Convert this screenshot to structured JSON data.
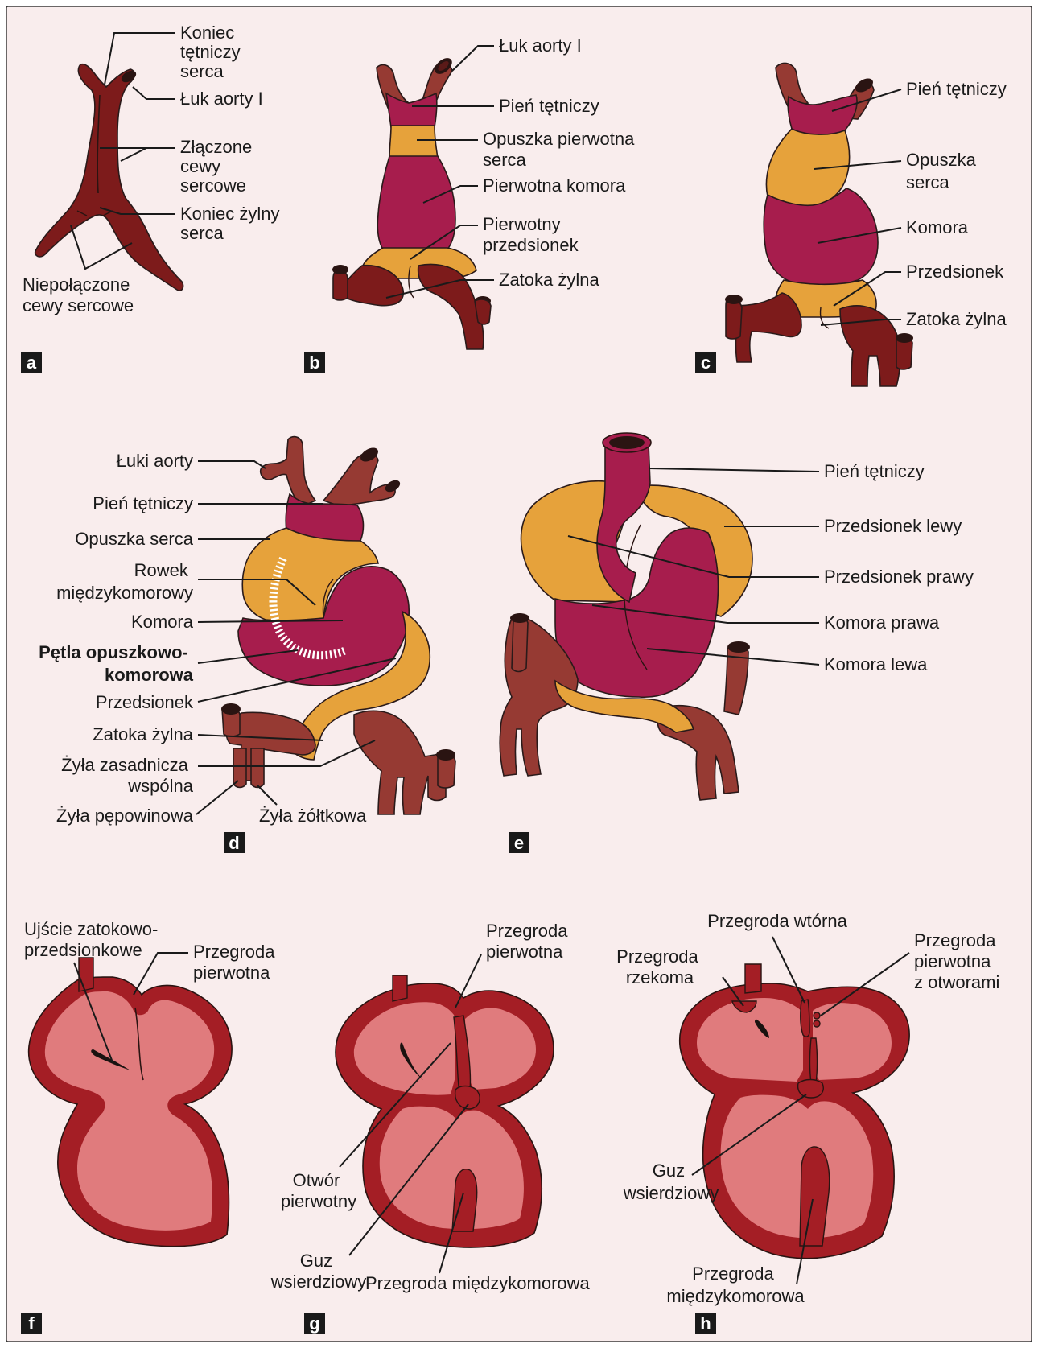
{
  "panels": {
    "a": {
      "letter": "a",
      "labels": {
        "end_arterial": [
          "Koniec",
          "tętniczy",
          "serca"
        ],
        "aortic_arch": "Łuk aorty I",
        "fused_tubes": [
          "Złączone",
          "cewy",
          "sercowe"
        ],
        "end_venous": [
          "Koniec żylny",
          "serca"
        ],
        "unfused_tubes": [
          "Niepołączone",
          "cewy sercowe"
        ]
      }
    },
    "b": {
      "letter": "b",
      "labels": {
        "aortic_arch": "Łuk aorty I",
        "truncus": "Pień tętniczy",
        "bulbus": [
          "Opuszka pierwotna",
          "serca"
        ],
        "ventricle": "Pierwotna komora",
        "atrium": [
          "Pierwotny",
          "przedsionek"
        ],
        "sinus": "Zatoka żylna"
      }
    },
    "c": {
      "letter": "c",
      "labels": {
        "truncus": "Pień tętniczy",
        "bulbus": [
          "Opuszka",
          "serca"
        ],
        "ventricle": "Komora",
        "atrium": "Przedsionek",
        "sinus": "Zatoka żylna"
      }
    },
    "d": {
      "letter": "d",
      "labels": {
        "aortic_arches": "Łuki aorty",
        "truncus": "Pień tętniczy",
        "bulbus": "Opuszka serca",
        "groove": [
          "Rowek",
          "międzykomorowy"
        ],
        "ventricle": "Komora",
        "loop": [
          "Pętla opuszkowo-",
          "komorowa"
        ],
        "atrium": "Przedsionek",
        "sinus": "Zatoka żylna",
        "common_cardinal": [
          "Żyła zasadnicza",
          "wspólna"
        ],
        "umbilical": "Żyła pępowinowa",
        "vitelline": "Żyła żółtkowa"
      }
    },
    "e": {
      "letter": "e",
      "labels": {
        "truncus": "Pień tętniczy",
        "left_atrium": "Przedsionek lewy",
        "right_atrium": "Przedsionek prawy",
        "right_ventricle": "Komora prawa",
        "left_ventricle": "Komora lewa"
      }
    },
    "f": {
      "letter": "f",
      "labels": {
        "sa_orifice": [
          "Ujście zatokowo-",
          "przedsionkowe"
        ],
        "septum_primum": [
          "Przegroda",
          "pierwotna"
        ]
      }
    },
    "g": {
      "letter": "g",
      "labels": {
        "septum_primum": [
          "Przegroda",
          "pierwotna"
        ],
        "ostium_primum": [
          "Otwór",
          "pierwotny"
        ],
        "endocardial_cushion": [
          "Guz",
          "wsierdziowy"
        ],
        "iv_septum": "Przegroda międzykomorowa"
      }
    },
    "h": {
      "letter": "h",
      "labels": {
        "septum_secundum": "Przegroda wtórna",
        "septum_spurium": [
          "Przegroda",
          "rzekoma"
        ],
        "septum_primum_holes": [
          "Przegroda",
          "pierwotna",
          "z otworami"
        ],
        "endocardial_cushion": [
          "Guz",
          "wsierdziowy"
        ],
        "iv_septum": [
          "Przegroda",
          "międzykomorowa"
        ]
      }
    }
  },
  "colors": {
    "background": "#f9eded",
    "frame": "#3a3a3a",
    "tube": "#7d1b1b",
    "vein": "#963a33",
    "truncus": "#a71d4d",
    "bulbus": "#e6a23b",
    "ventricle": "#a71d4d",
    "wall": "#a41e25",
    "cavity": "#e07b7d",
    "dark": "#2a1412"
  }
}
